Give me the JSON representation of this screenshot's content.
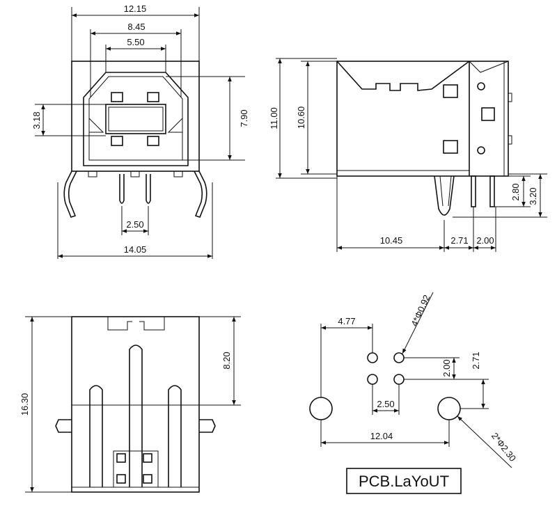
{
  "front_view": {
    "dims": {
      "overall_top": "12.15",
      "inner_width": "8.45",
      "opening_width": "5.50",
      "height_left": "3.18",
      "height_right": "7.90",
      "pin_pitch": "2.50",
      "overall_bottom": "14.05"
    }
  },
  "side_view": {
    "dims": {
      "height_total": "11.00",
      "height_body": "10.60",
      "depth": "10.45",
      "pin_offset": "2.71",
      "pin_pitch": "2.00",
      "pin_len_short": "2.80",
      "pin_len_long": "3.20"
    }
  },
  "top_view": {
    "dims": {
      "depth": "16.30",
      "pin_length": "8.20"
    }
  },
  "pcb_layout": {
    "title": "PCB.LaYoUT",
    "dims": {
      "offset": "4.77",
      "hole_small": "4*Φ0.92",
      "row_offset": "2.71",
      "row_pitch": "2.00",
      "col_pitch": "2.50",
      "span": "12.04",
      "hole_large": "2*Φ2.30"
    }
  }
}
